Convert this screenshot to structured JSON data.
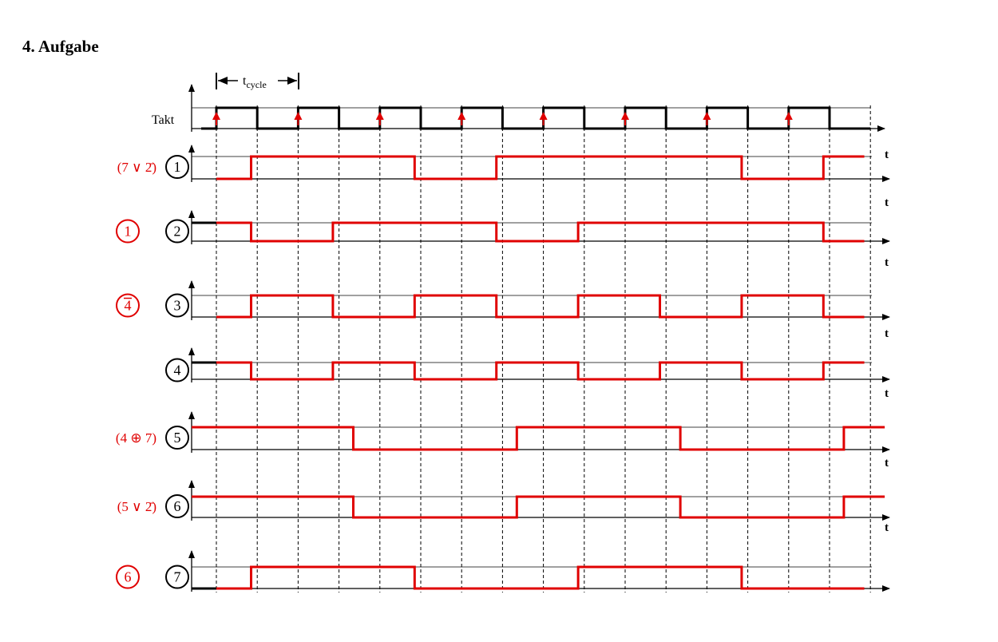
{
  "page_title": "4.   Aufgabe",
  "cycle_label": {
    "base": "t",
    "sub": "cycle"
  },
  "time_axis_label": "t",
  "clock": {
    "label": "Takt",
    "cycles": 8
  },
  "colors": {
    "signal": "#e00000",
    "axis": "#000000",
    "grid": "#000000",
    "text_red": "#e00000"
  },
  "rows": [
    {
      "id": "1",
      "expression": "(7 ∨ 2̄)",
      "left_symbol": null,
      "waveform": [
        [
          0,
          0
        ],
        [
          0.85,
          1
        ],
        [
          4.85,
          0
        ],
        [
          6.85,
          1
        ],
        [
          12.85,
          0
        ],
        [
          14.85,
          1
        ],
        [
          15.85,
          1
        ]
      ],
      "initial_black": false
    },
    {
      "id": "2",
      "expression": null,
      "left_symbol": "1",
      "left_symbol_bar": false,
      "waveform": [
        [
          0,
          1
        ],
        [
          0.85,
          0
        ],
        [
          2.85,
          1
        ],
        [
          6.85,
          0
        ],
        [
          8.85,
          1
        ],
        [
          14.85,
          0
        ],
        [
          15.85,
          0
        ]
      ],
      "initial_black": true
    },
    {
      "id": "3",
      "expression": null,
      "left_symbol": "4",
      "left_symbol_bar": true,
      "waveform": [
        [
          0,
          0
        ],
        [
          0.85,
          1
        ],
        [
          2.85,
          0
        ],
        [
          4.85,
          1
        ],
        [
          6.85,
          0
        ],
        [
          8.85,
          1
        ],
        [
          10.85,
          0
        ],
        [
          12.85,
          1
        ],
        [
          14.85,
          0
        ],
        [
          15.85,
          0
        ]
      ],
      "initial_black": false
    },
    {
      "id": "4",
      "expression": null,
      "left_symbol": null,
      "waveform": [
        [
          0,
          1
        ],
        [
          0.85,
          0
        ],
        [
          2.85,
          1
        ],
        [
          4.85,
          0
        ],
        [
          6.85,
          1
        ],
        [
          8.85,
          0
        ],
        [
          10.85,
          1
        ],
        [
          12.85,
          0
        ],
        [
          14.85,
          1
        ],
        [
          15.85,
          1
        ]
      ],
      "initial_black": true
    },
    {
      "id": "5",
      "expression": "(4 ⊕ 7)",
      "left_symbol": null,
      "waveform": [
        [
          -2.2,
          1
        ],
        [
          3.35,
          0
        ],
        [
          7.35,
          1
        ],
        [
          11.35,
          0
        ],
        [
          15.35,
          1
        ],
        [
          16.35,
          1
        ]
      ],
      "initial_black": false
    },
    {
      "id": "6",
      "expression": "(5 ∨ 2̄)",
      "left_symbol": null,
      "waveform": [
        [
          -2.2,
          1
        ],
        [
          3.35,
          0
        ],
        [
          7.35,
          1
        ],
        [
          11.35,
          0
        ],
        [
          15.35,
          1
        ],
        [
          16.35,
          1
        ]
      ],
      "initial_black": false
    },
    {
      "id": "7",
      "expression": null,
      "left_symbol": "6",
      "left_symbol_bar": false,
      "waveform": [
        [
          0,
          0
        ],
        [
          0.85,
          1
        ],
        [
          4.85,
          0
        ],
        [
          8.85,
          1
        ],
        [
          12.85,
          0
        ],
        [
          15.85,
          0
        ]
      ],
      "initial_black": true
    }
  ]
}
